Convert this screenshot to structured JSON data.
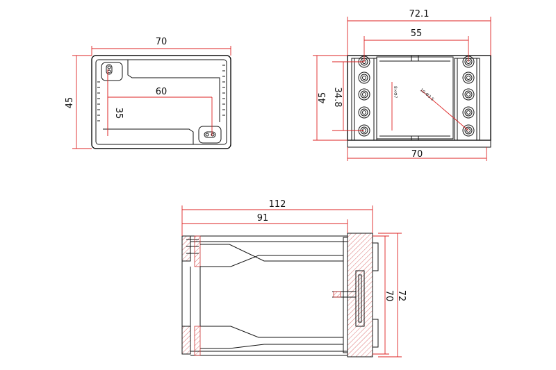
{
  "title": "",
  "colors": {
    "outline": "#111111",
    "dimension": "#dd2222",
    "hatch": "#cc3333",
    "background": "#ffffff"
  },
  "top_left_view": {
    "dims": {
      "width": "70",
      "height": "45",
      "hole_spacing": "60",
      "hole_offset": "35"
    }
  },
  "top_right_view": {
    "dims": {
      "overall_width": "72.1",
      "terminal_span": "55",
      "height": "45",
      "pitch": "34.8",
      "base_width": "70"
    },
    "notes": {
      "screw": "8×Φ7",
      "holes": "10-Φ3.5"
    }
  },
  "bottom_view": {
    "dims": {
      "overall_length": "112",
      "body_length": "91",
      "inner_height": "70",
      "outer_height": "72"
    }
  }
}
